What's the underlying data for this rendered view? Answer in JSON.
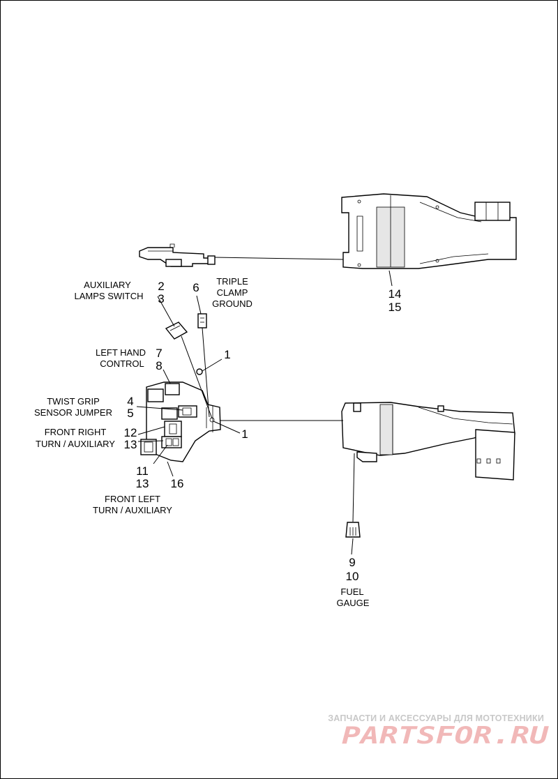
{
  "labels": {
    "auxiliary_lamps_switch": [
      "AUXILIARY",
      "LAMPS SWITCH"
    ],
    "triple_clamp_ground": [
      "TRIPLE",
      "CLAMP",
      "GROUND"
    ],
    "left_hand_control": [
      "LEFT HAND",
      "CONTROL"
    ],
    "twist_grip_sensor_jumper": [
      "TWIST GRIP",
      "SENSOR JUMPER"
    ],
    "front_right_turn_auxiliary": [
      "FRONT RIGHT",
      "TURN / AUXILIARY"
    ],
    "front_left_turn_auxiliary": [
      "FRONT LEFT",
      "TURN / AUXILIARY"
    ],
    "fuel_gauge": [
      "FUEL",
      "GAUGE"
    ]
  },
  "callouts": {
    "n2": "2",
    "n3": "3",
    "n6": "6",
    "n14": "14",
    "n15": "15",
    "n7": "7",
    "n8": "8",
    "n1_top": "1",
    "n1_mid": "1",
    "n4": "4",
    "n5": "5",
    "n12": "12",
    "n13_a": "13",
    "n11": "11",
    "n13_b": "13",
    "n16": "16",
    "n9": "9",
    "n10": "10"
  },
  "watermark": {
    "tagline": "ЗАПЧАСТИ И АКСЕССУАРЫ ДЛЯ МОТОТЕХНИКИ",
    "brand": "PARTSFOR.RU",
    "brand_color": "#e88a8a"
  }
}
